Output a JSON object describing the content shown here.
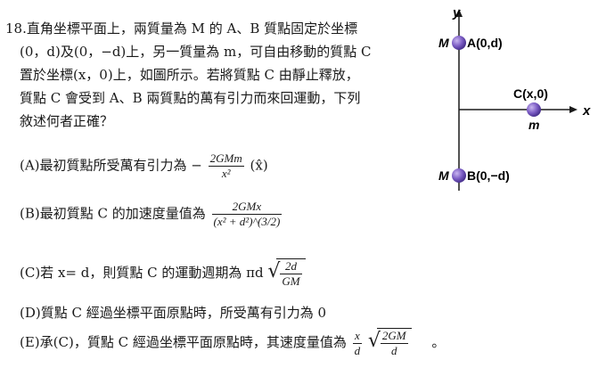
{
  "question": {
    "number": "18.",
    "lines": [
      "直角坐標平面上，兩質量為 M 的 A、B 質點固定於坐標",
      "(0，d)及(0，−d)上，另一質量為 m，可自由移動的質點 C",
      "置於坐標(x，0)上，如圖所示。若將質點 C 由靜止釋放，",
      "質點 C 會受到 A、B 兩質點的萬有引力而來回運動，下列",
      "敘述何者正確？"
    ]
  },
  "options": {
    "a": {
      "prefix": "(A)最初質點所受萬有引力為 −",
      "num": "2GMm",
      "den": "x²",
      "suffix": "(x̂)"
    },
    "b": {
      "prefix": "(B)最初質點 C 的加速度量值為",
      "num": "2GMx",
      "den": "(x² + d²)^(3/2)"
    },
    "c": {
      "prefix": "(C)若 x= d，則質點 C 的運動週期為 πd",
      "num": "2d",
      "den": "GM"
    },
    "d": {
      "text": "(D)質點 C 經過坐標平面原點時，所受萬有引力為 0"
    },
    "e": {
      "prefix": "(E)承(C)，質點 C 經過坐標平面原點時，其速度量值為",
      "x": "x",
      "d": "d",
      "num": "2GM",
      "den": "d",
      "end": "。"
    }
  },
  "figure": {
    "y_label": "y",
    "x_label": "x",
    "a_mass": "M",
    "a_label": "A(0,d)",
    "b_mass": "M",
    "b_label": "B(0,−d)",
    "c_label": "C(x,0)",
    "c_mass": "m",
    "ball_color": "#7b5cc4"
  }
}
